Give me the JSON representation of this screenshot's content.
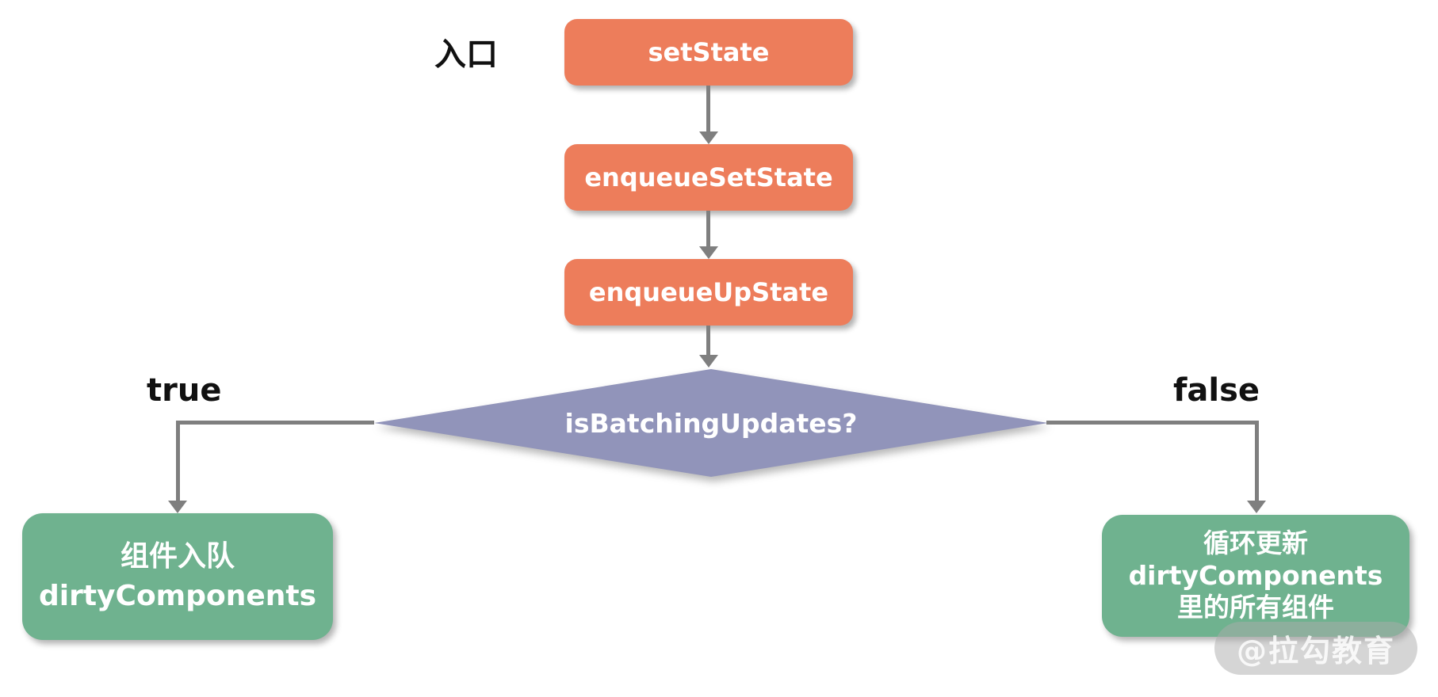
{
  "flowchart": {
    "entry_label": "入口",
    "steps": [
      {
        "id": "set-state",
        "label": "setState"
      },
      {
        "id": "enqueue-set-state",
        "label": "enqueueSetState"
      },
      {
        "id": "enqueue-up-state",
        "label": "enqueueUpState"
      }
    ],
    "decision": {
      "label": "isBatchingUpdates?"
    },
    "branches": {
      "true": {
        "condition_label": "true",
        "result_lines": [
          "组件入队",
          "dirtyComponents"
        ]
      },
      "false": {
        "condition_label": "false",
        "result_lines": [
          "循环更新",
          "dirtyComponents",
          "里的所有组件"
        ]
      }
    },
    "colors": {
      "process_box": "#ED7D5B",
      "decision_diamond": "#9194BA",
      "result_box": "#6FB28F",
      "arrow": "#7F7F7F",
      "box_text": "#FFFFFF",
      "label_text": "#111111",
      "watermark_pill": "#D4D4D4"
    },
    "watermark": "@拉勾教育"
  }
}
